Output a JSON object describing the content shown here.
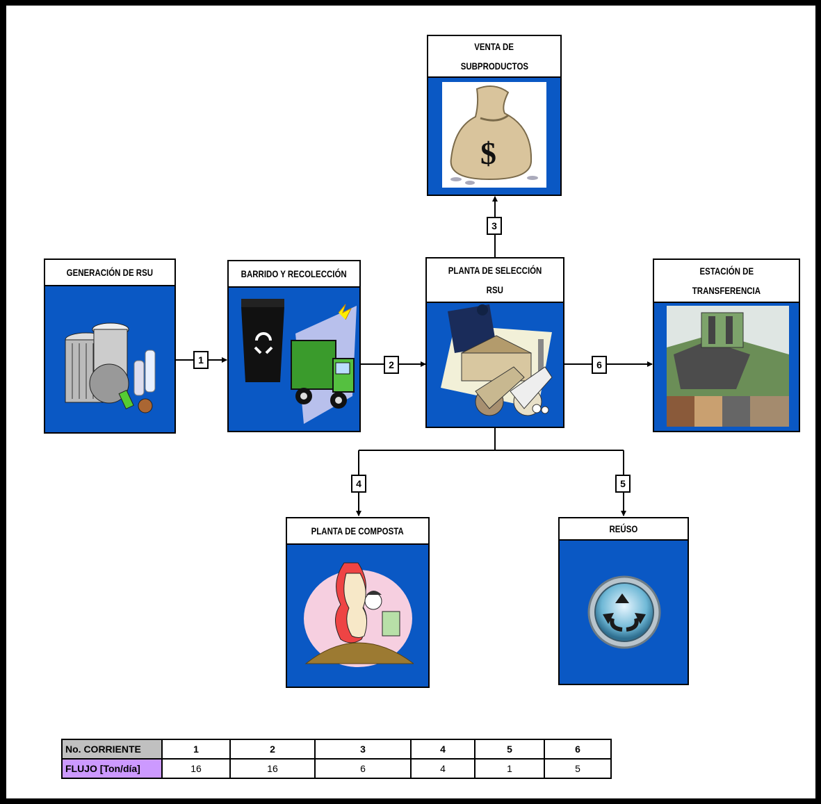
{
  "blocks": {
    "generacion": "GENERACIÓN DE RSU",
    "barrido": "BARRIDO Y RECOLECCIÓN",
    "planta_seleccion": [
      "PLANTA DE SELECCIÓN",
      "RSU"
    ],
    "venta": [
      "VENTA DE",
      "SUBPRODUCTOS"
    ],
    "estacion": [
      "ESTACIÓN DE",
      "TRANSFERENCIA"
    ],
    "composta": "PLANTA DE COMPOSTA",
    "reuso": "REÚSO"
  },
  "stream_labels": [
    "1",
    "2",
    "3",
    "4",
    "5",
    "6"
  ],
  "table": {
    "row1_header": "No. CORRIENTE",
    "row2_header": "FLUJO [Ton/día]",
    "streams": [
      "1",
      "2",
      "3",
      "4",
      "5",
      "6"
    ],
    "flows": [
      "16",
      "16",
      "6",
      "4",
      "1",
      "5"
    ]
  },
  "colors": {
    "block_fill": "#0a58c4",
    "row1_header_bg": "#c0c0c0",
    "row2_header_bg": "#cc99ff"
  }
}
